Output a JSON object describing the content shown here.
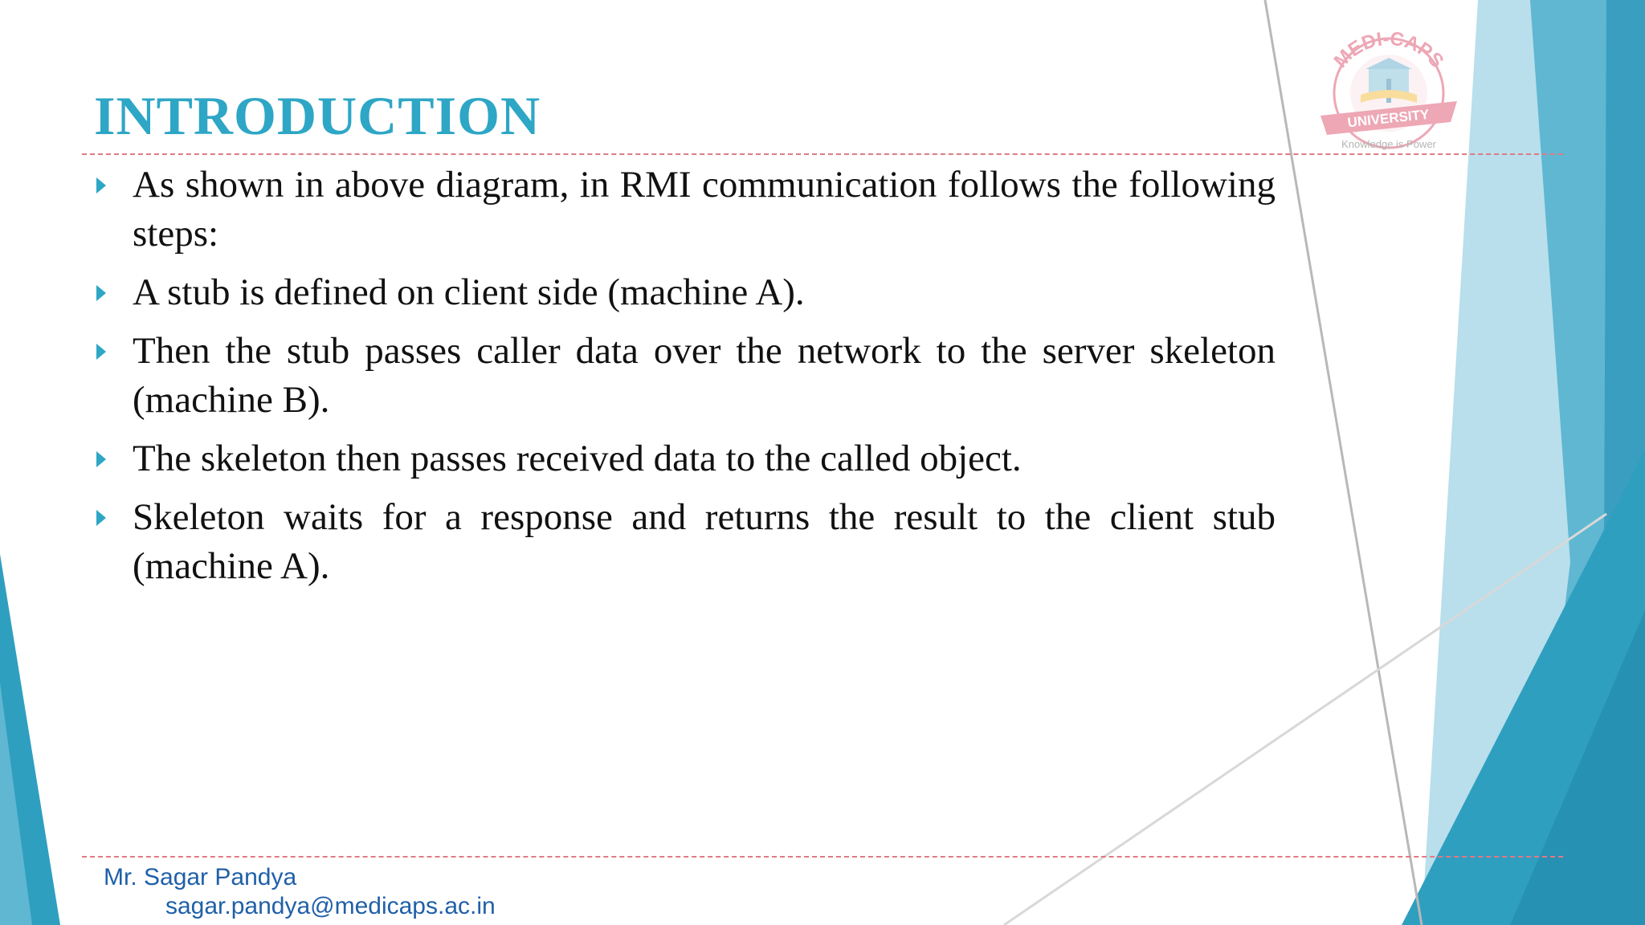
{
  "slide": {
    "title": "INTRODUCTION",
    "bullets": [
      "As shown in above diagram, in RMI communication follows the following steps:",
      "A stub is defined on client side (machine A).",
      "Then the stub passes caller data over the network to the server skeleton (machine B).",
      "The skeleton then passes received data to the called object.",
      "Skeleton waits for a response and returns the result to the client stub (machine A)."
    ],
    "footer": {
      "name": "Mr. Sagar Pandya",
      "email": "sagar.pandya@medicaps.ac.in"
    }
  },
  "logo": {
    "icon": "medicaps-university-logo",
    "arc_text": "MEDI-CAPS",
    "ribbon_text": "UNIVERSITY",
    "tagline": "Knowledge is Power"
  },
  "colors": {
    "title": "#2ea6c6",
    "bullet_marker": "#2ea6c6",
    "divider": "#e07a84",
    "footer_text": "#2060a8",
    "accent_teal": "#2f9fc0",
    "accent_light": "#9fd3e4",
    "logo_pink": "#e0607a"
  }
}
